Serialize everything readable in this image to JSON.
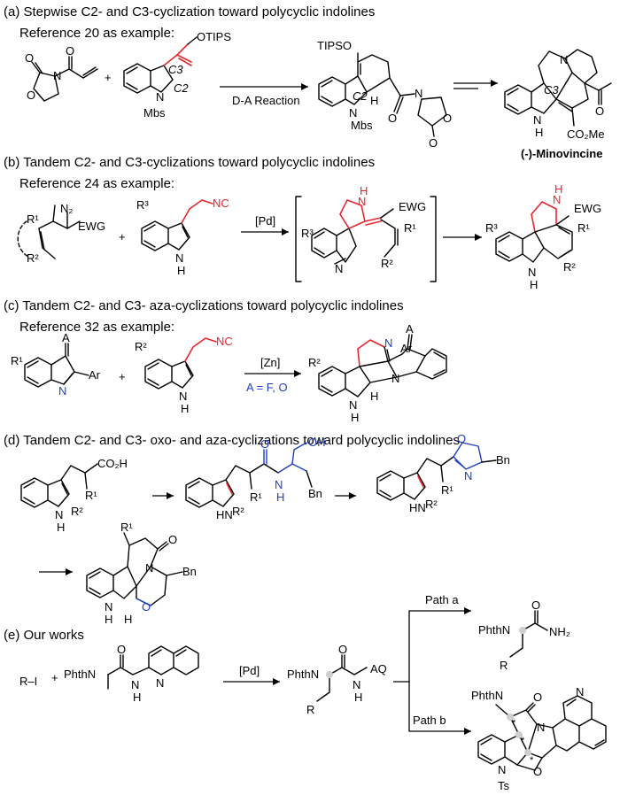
{
  "sections": {
    "a": {
      "header": "(a) Stepwise C2- and C3-cyclization toward polycyclic indolines",
      "reference": "Reference 20 as example:",
      "labels": {
        "otips": "OTIPS",
        "c3": "C3",
        "c2": "C2",
        "n": "N",
        "mbs": "Mbs",
        "plus": "+",
        "reaction": "D-A Reaction",
        "tipso": "TIPSO",
        "h": "H",
        "nh": "N",
        "hh": "H",
        "co2me": "CO₂Me",
        "o": "O",
        "product_name": "(-)-Minovincine"
      }
    },
    "b": {
      "header": "(b) Tandem C2- and C3-cyclizations toward polycyclic indolines",
      "reference": "Reference 24 as example:",
      "labels": {
        "n2": "N₂",
        "ewg": "EWG",
        "r1": "R¹",
        "r2": "R²",
        "r3": "R³",
        "nc": "NC",
        "catalyst": "[Pd]",
        "plus": "+",
        "nh": "N",
        "h": "H"
      }
    },
    "c": {
      "header": "(c) Tandem C2- and C3- aza-cyclizations toward polycyclic indolines",
      "reference": "Reference 32 as example:",
      "labels": {
        "a": "A",
        "r1": "R¹",
        "r2": "R²",
        "ar": "Ar",
        "n": "N",
        "nc": "NC",
        "catalyst": "[Zn]",
        "condition": "A = F, O",
        "plus": "+",
        "h": "H"
      }
    },
    "d": {
      "header": "(d) Tandem C2- and C3- oxo- and aza-cyclizations toward polycyclic indolines",
      "labels": {
        "co2h": "CO₂H",
        "r1": "R¹",
        "r2": "R²",
        "oh": "OH",
        "bn": "Bn",
        "o": "O",
        "n": "N",
        "h": "H"
      }
    },
    "e": {
      "header": "(e) Our works",
      "labels": {
        "ri": "R–I",
        "plus": "+",
        "phthn": "PhthN",
        "catalyst": "[Pd]",
        "aq": "AQ",
        "r": "R",
        "n": "N",
        "h": "H",
        "o": "O",
        "nh2": "NH₂",
        "path_a": "Path a",
        "path_b": "Path b",
        "ts": "Ts",
        "star": "*"
      }
    }
  }
}
